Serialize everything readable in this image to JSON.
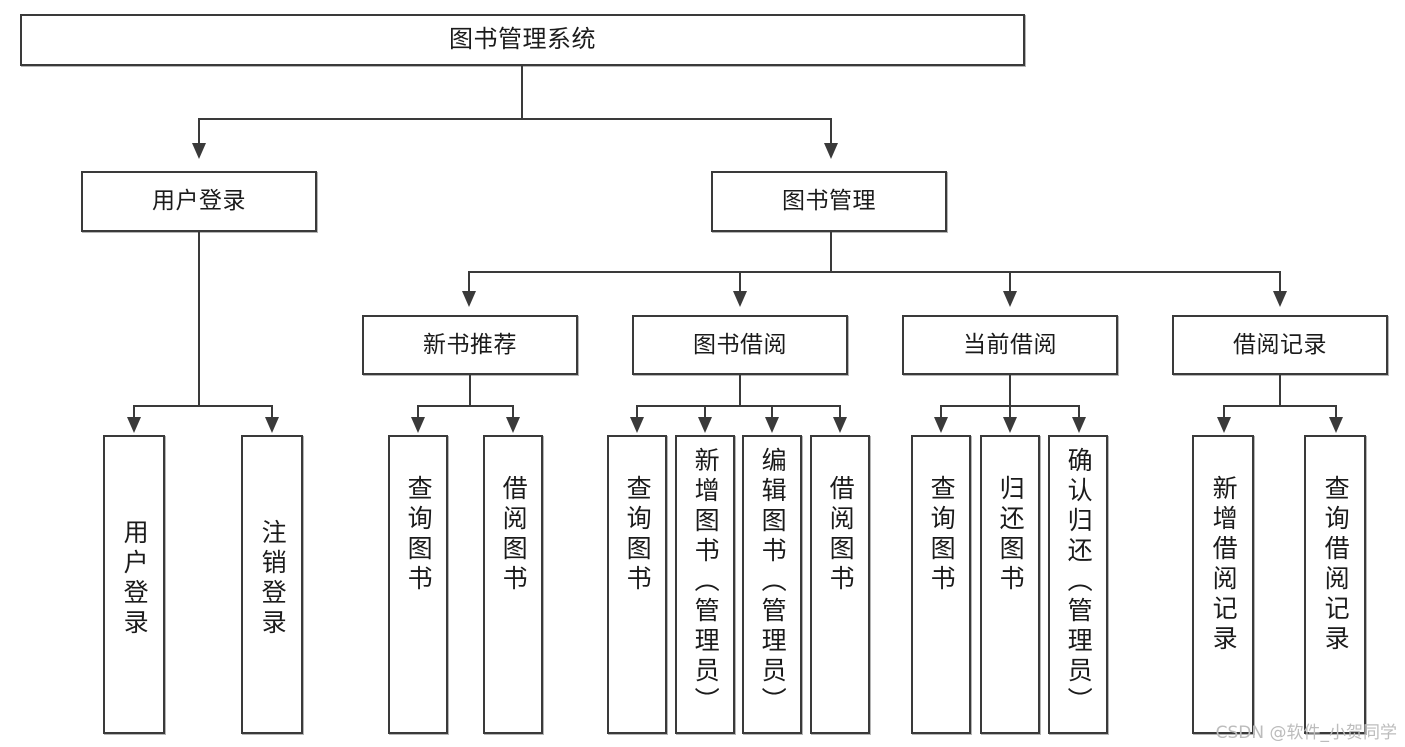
{
  "diagram": {
    "title": "图书管理系统",
    "type": "tree-hierarchy-diagram",
    "watermark": "CSDN @软件_小贺同学",
    "levels": {
      "root": {
        "label": "图书管理系统"
      },
      "level2": [
        {
          "label": "用户登录"
        },
        {
          "label": "图书管理"
        }
      ],
      "level3": [
        {
          "label": "新书推荐"
        },
        {
          "label": "图书借阅"
        },
        {
          "label": "当前借阅"
        },
        {
          "label": "借阅记录"
        }
      ],
      "leaves": {
        "user_login": [
          {
            "label": "用户登录"
          },
          {
            "label": "注销登录"
          }
        ],
        "new_book_recommend": [
          {
            "label": "查询图书"
          },
          {
            "label": "借阅图书"
          }
        ],
        "book_borrow": [
          {
            "label": "查询图书"
          },
          {
            "label": "新增图书（管理员）"
          },
          {
            "label": "编辑图书（管理员）"
          },
          {
            "label": "借阅图书"
          }
        ],
        "current_borrow": [
          {
            "label": "查询图书"
          },
          {
            "label": "归还图书"
          },
          {
            "label": "确认归还（管理员）"
          }
        ],
        "borrow_record": [
          {
            "label": "新增借阅记录"
          },
          {
            "label": "查询借阅记录"
          }
        ]
      }
    }
  }
}
